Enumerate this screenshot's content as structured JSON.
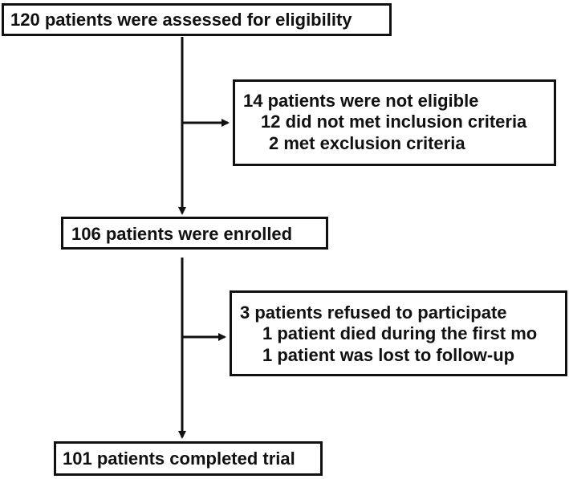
{
  "flow": {
    "assessed": {
      "text": "120 patients were assessed for eligibility"
    },
    "excluded": {
      "title": "14 patients were not eligible",
      "items": [
        "12 did not met inclusion criteria",
        "2 met exclusion criteria"
      ]
    },
    "enrolled": {
      "text": "106 patients were enrolled"
    },
    "dropout": {
      "title": "3 patients refused to participate",
      "items": [
        "1 patient died during the first mo",
        "1 patient was lost to follow-up"
      ]
    },
    "completed": {
      "text": "101 patients completed trial"
    }
  },
  "colors": {
    "stroke": "#111111",
    "background": "#ffffff"
  }
}
